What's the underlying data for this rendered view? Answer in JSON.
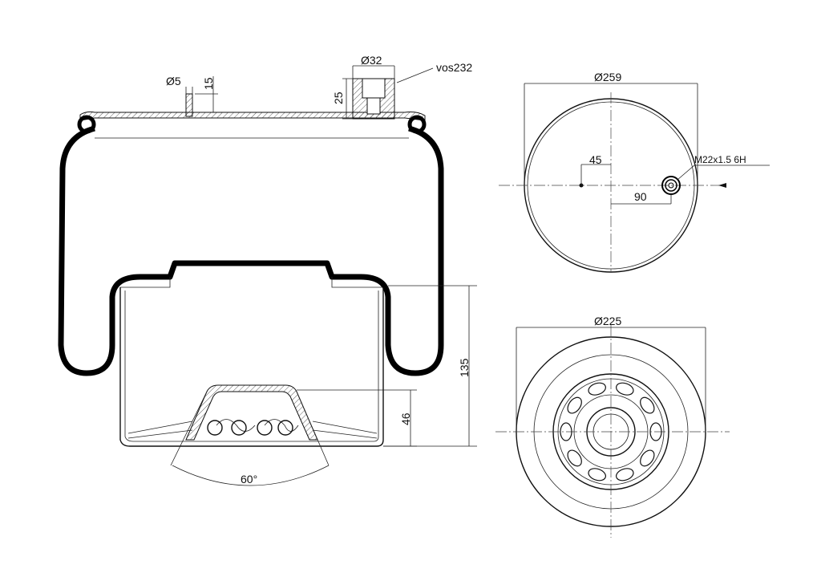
{
  "side_view": {
    "pin_diameter": "Ø5",
    "pin_length": "15",
    "fitting_diameter": "Ø32",
    "fitting_height": "25",
    "fitting_code": "vos232",
    "overall_height": "135",
    "piston_height": "46",
    "angle": "60°"
  },
  "top_view": {
    "outer_diameter": "Ø259",
    "pin_offset": "45",
    "port_offset": "90",
    "thread_spec": "M22x1.5 6H"
  },
  "bottom_view": {
    "base_diameter": "Ø225"
  }
}
